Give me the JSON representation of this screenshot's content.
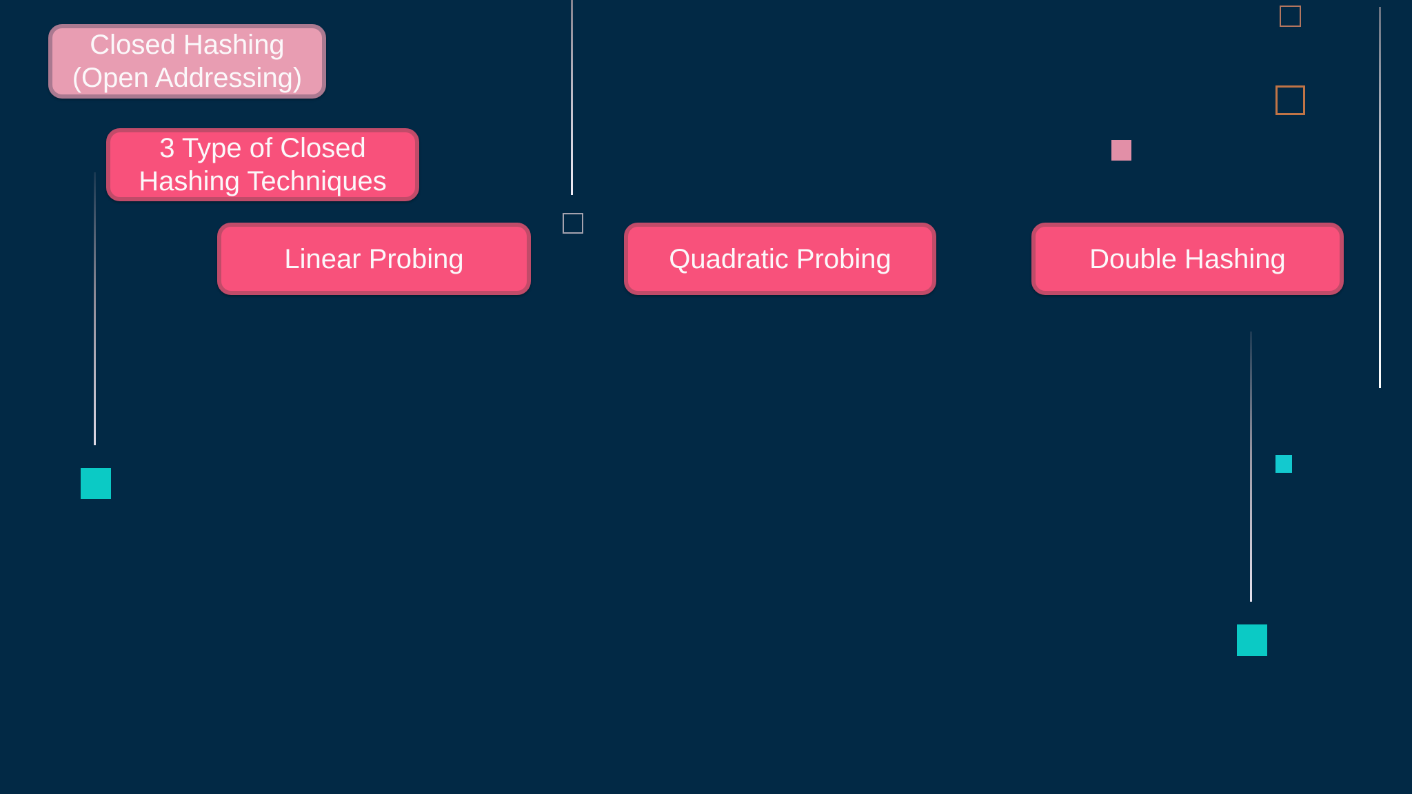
{
  "diagram": {
    "nodes": {
      "root": {
        "label": "Closed Hashing\n(Open Addressing)"
      },
      "types_header": {
        "label": "3 Type of Closed\nHashing Techniques"
      },
      "technique_1": {
        "label": "Linear Probing"
      },
      "technique_2": {
        "label": "Quadratic Probing"
      },
      "technique_3": {
        "label": "Double Hashing"
      }
    },
    "palette": {
      "background": "#022945",
      "root_node_fill": "#e89db2",
      "root_node_border": "#aa7990",
      "technique_node_fill": "#f8517b",
      "technique_node_border": "#c14b69",
      "node_text": "#fbf8fa",
      "teal_accent": "#0bcac5",
      "pink_accent": "#e28fa7",
      "orange_accent": "#c07446",
      "salmon_accent": "#b4765f",
      "gray_accent": "#a5a2ae",
      "connector_line": "#ddd9e5"
    }
  }
}
